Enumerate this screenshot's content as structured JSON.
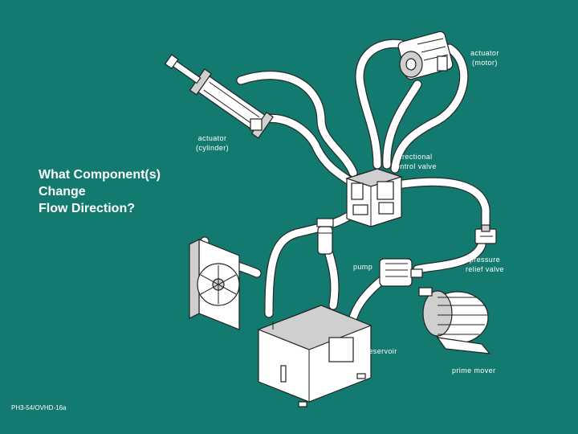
{
  "question": {
    "line1": "What Component(s)",
    "line2": "Change",
    "line3": "Flow Direction?"
  },
  "labels": {
    "actuator_motor": [
      "actuator",
      "(motor)"
    ],
    "actuator_cylinder": [
      "actuator",
      "(cylinder)"
    ],
    "directional_control_valve": [
      "directional",
      "control valve"
    ],
    "pressure_relief_valve": [
      "pressure",
      "relief valve"
    ],
    "pump": "pump",
    "reservoir": "reservoir",
    "prime_mover": "prime mover"
  },
  "footer_code": "PH3-54/OVHD-16a",
  "colors": {
    "background": "#137a6f",
    "text": "#ffffff",
    "component_fill": "#ffffff",
    "outline": "#222222"
  }
}
